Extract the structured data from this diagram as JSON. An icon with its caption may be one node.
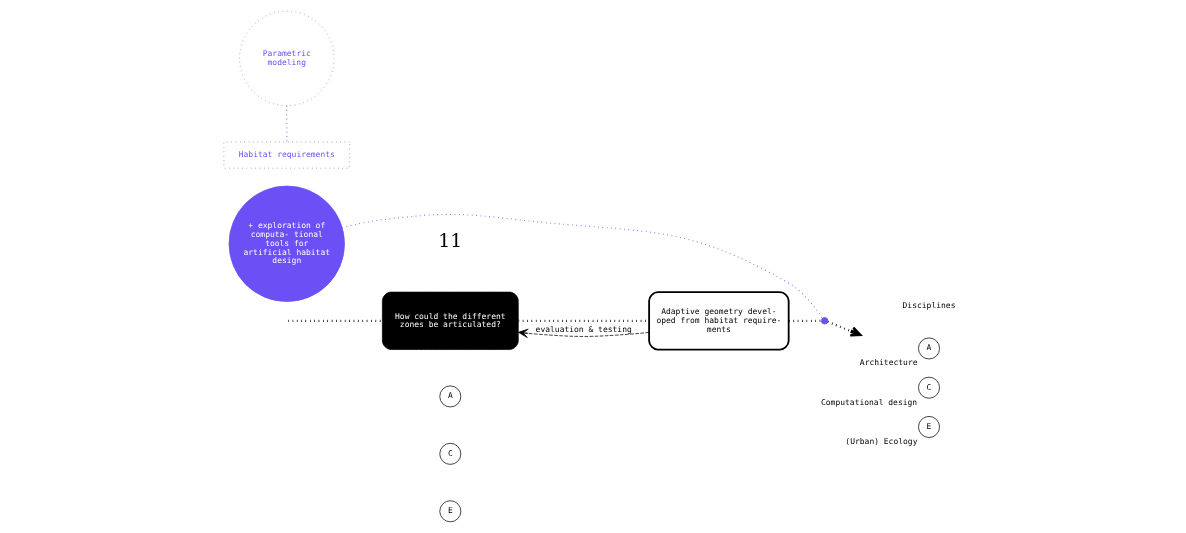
{
  "diagram": {
    "nodes": [
      {
        "text": [
          "How could the different zones be articulated?"
        ],
        "beside": [
          "11"
        ]
      },
      {
        "text": [
          "Adaptive geometry devel- oped from habitat require- ments"
        ]
      },
      {
        "text": [
          "Parametric modeling"
        ]
      },
      {
        "text": [
          "Habitat requirements"
        ]
      },
      {
        "text": [
          "+ exploration of computa- tional tools for artificial habitat design"
        ]
      },
      {
        "text": [],
        "shape": "circle"
      },
      {
        "text": [
          "A"
        ]
      },
      {
        "text": [
          "C"
        ]
      },
      {
        "text": [
          "E"
        ]
      },
      {
        "text": [
          "A"
        ],
        "beside": [
          "Architecture"
        ]
      },
      {
        "text": [
          "C"
        ],
        "beside": [
          "Computational design"
        ]
      },
      {
        "text": [
          "E"
        ],
        "beside": [
          "(Urban) Ecology"
        ]
      }
    ],
    "edges": [
      {
        "from": null,
        "to": 0,
        "arrow": "none"
      },
      {
        "from": 0,
        "to": 1,
        "arrow": "none"
      },
      {
        "from": 1,
        "to": 5,
        "arrow": "none"
      },
      {
        "from": 5,
        "to": null,
        "arrow": "to"
      },
      {
        "from": 4,
        "to": 5,
        "arrow": "none",
        "color": "#6c4ff5"
      },
      {
        "from": 2,
        "to": 3,
        "arrow": "none",
        "color": "#6c4ff5"
      },
      {
        "from": 1,
        "to": 0,
        "arrow": "to",
        "style": "dashed",
        "label": "evaluation & testing"
      }
    ],
    "labels": [
      "Disciplines"
    ]
  }
}
